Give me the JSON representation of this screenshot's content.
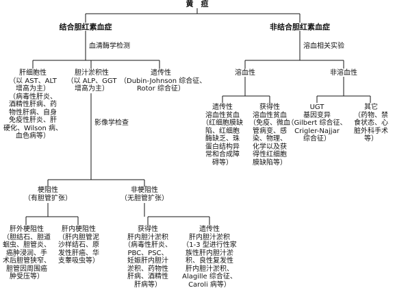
{
  "diagram": {
    "root": "黄　疸",
    "conjugated": {
      "title": "结合胆红素血症",
      "test": "血清酶学检测",
      "hepatocellular": "肝细胞性\n（以 AST、ALT\n增高为主）\n（病毒性肝炎、\n酒精性肝病、药\n物性肝病、自身\n免疫性肝炎、肝\n硬化、Wilson 病、\n血色病等）",
      "cholestatic": "胆汁淤积性\n（以 ALP、GGT\n增高为主）",
      "hereditary": "遗传性\n（Dubin-Johnson 综合征、\nRotor 综合征）",
      "imaging": "影像学检查",
      "obstructive": "梗阻性\n（有胆管扩张）",
      "nonobstructive": "非梗阻性\n（无胆管扩张）",
      "extrahepatic": "肝外梗阻性\n（胆结石、胆道\n蛔虫、胆管炎、\n癌肿浸润、手\n术后胆管狭窄、\n胆管因周围癌\n肿受压等）",
      "intrahepatic": "肝内梗阻性\n（肝内胆管泥\n沙样结石、原\n发性肝癌、华\n支睾吸虫等）",
      "acquired_chol": "获得性\n肝内胆汁淤积\n（病毒性肝炎、\nPBC、PSC、\n妊娠肝内胆汁\n淤积、药物性\n肝病、酒精性\n肝病等）",
      "hereditary_chol": "遗传性\n肝内胆汁淤积\n（1-3 型进行性家\n族性肝内胆汁淤\n积、良性复发性\n肝内胆汁淤积、\nAlagille 综合征、\nCaroli 病等）"
    },
    "unconjugated": {
      "title": "非结合胆红素血症",
      "test": "溶血相关实验",
      "hemolytic": "溶血性",
      "nonhemolytic": "非溶血性",
      "hered_anemia": "遗传性\n溶血性贫血\n（红细胞膜缺\n陷、红细胞\n酶缺乏、珠\n蛋白结构异\n常和合成障\n碍等）",
      "acq_anemia": "获得性\n溶血性贫血\n（免疫、微血\n管病变、感\n染、物理、\n化学以及获\n得性红细胞\n膜缺陷等）",
      "ugt": "UGT\n基因变异\n（Gilbert 综合征、\nCrigler-Najjar\n综合征）",
      "other": "其它\n（药物、禁\n食状态、心\n脏外科手术\n等）"
    }
  }
}
